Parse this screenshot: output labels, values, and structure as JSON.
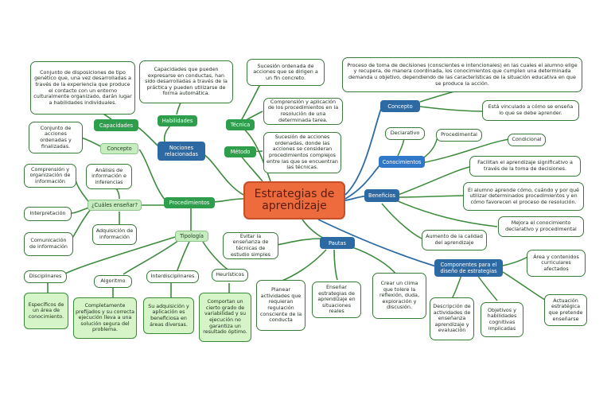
{
  "central": "Estrategias de aprendizaje",
  "left": {
    "nociones": "Nociones relacionadas",
    "habilidades": "Habilidades",
    "habilidades_desc": "Capacidades que pueden expresarse en conductas, han sido desarrolladas a través de la práctica y pueden utilizarse de forma automática.",
    "capacidades": "Capacidades",
    "capacidades_desc": "Conjunto de disposiciones de tipo genético que, una vez desarrolladas a través de la experiencia que produce el contacto con un entorno culturalmente organizado, darán lugar a habilidades individuales.",
    "tecnica": "Técnica",
    "tecnica_desc": "Sucesión ordenada de acciones que se dirigen a un fin concreto.",
    "metodo": "Método",
    "comprension_aplicacion": "Comprensión y aplicación de los procedimientos en la resolución de una determinada tarea.",
    "sucesion_acciones": "Sucesión de acciones ordenadas, donde las acciones se consideran procedimientos complejos entre las que se encuentran las técnicas.",
    "procedimientos": "Procedimientos",
    "concepto": "Concepto",
    "concepto_desc": "Conjunto de acciones ordenadas y finalizadas.",
    "cuales": "¿Cuáles enseñar?",
    "comprension_org": "Comprensión y organización de información",
    "interpretacion": "Interpretación",
    "comunicacion": "Comunicación de información",
    "analisis": "Análisis de información e inferencias",
    "adquisicion": "Adquisición de información",
    "tipologia": "Tipología",
    "disciplinares": "Disciplinares",
    "algoritmo": "Algoritmo",
    "interdisciplinares": "Interdisciplinares",
    "heuristicos": "Heurísticos",
    "disc_desc": "Específicos de un área de conocimiento.",
    "alg_desc": "Completamente prefijados y su correcta ejecución lleva a una solución segura del problema.",
    "inter_desc": "Su adquisición y aplicación es beneficiosa en áreas diversas.",
    "heur_desc": "Comportan un cierto grado de variabilidad y su ejecución no garantiza un resultado óptimo."
  },
  "right": {
    "concepto": "Concepto",
    "concepto_desc": "Proceso de toma de decisiones (conscientes e intencionales) en las cuales el alumno elige y recupera, de manera coordinada, los conocimientos que cumplen una determinada demanda u objetivo, dependiendo de las características de la situación educativa en que se produce la acción.",
    "vinculado": "Está vinculado a cómo se enseña lo que se debe aprender.",
    "conocimientos": "Conocimientos",
    "declarativo": "Declarativo",
    "procedimental": "Procedimental",
    "condicional": "Condicional",
    "beneficios": "Beneficios",
    "facilitan": "Facilitan el aprendizaje significativo a través de la toma de decisiones.",
    "alumno_aprende": "El alumno aprende cómo, cuándo y por qué utilizar determinados procedimientos y en cómo favorecen el proceso de resolución.",
    "mejora": "Mejora el conocimiento declarativo y procedimental",
    "aumento": "Aumento de la calidad del aprendizaje",
    "componentes": "Componentes para el diseño de estrategias",
    "area": "Área y contenidos curriculares afectados",
    "actuacion": "Actuación estratégica que pretende enseñarse",
    "descripcion": "Descripción de actividades de enseñanza aprendizaje y evaluación",
    "objetivos": "Objetivos y habilidades cognitivas implicadas"
  },
  "pautas": {
    "label": "Pautas",
    "evitar": "Evitar la enseñanza de técnicas de estudio simples",
    "planear": "Planear actividades que requieran regulación consciente de la conducta",
    "ensenar": "Enseñar estrategias de aprendizaje en situaciones reales",
    "crear": "Crear un clima que tolere la reflexión, duda, exploración y discusión."
  },
  "colors": {
    "central": "#ee6b3e",
    "green_node": "#2e9d4c",
    "blue_node": "#2d6aa3",
    "leaf": "#d5f5c8",
    "line_green": "#3c8a3c",
    "line_blue": "#2d6aa3"
  }
}
